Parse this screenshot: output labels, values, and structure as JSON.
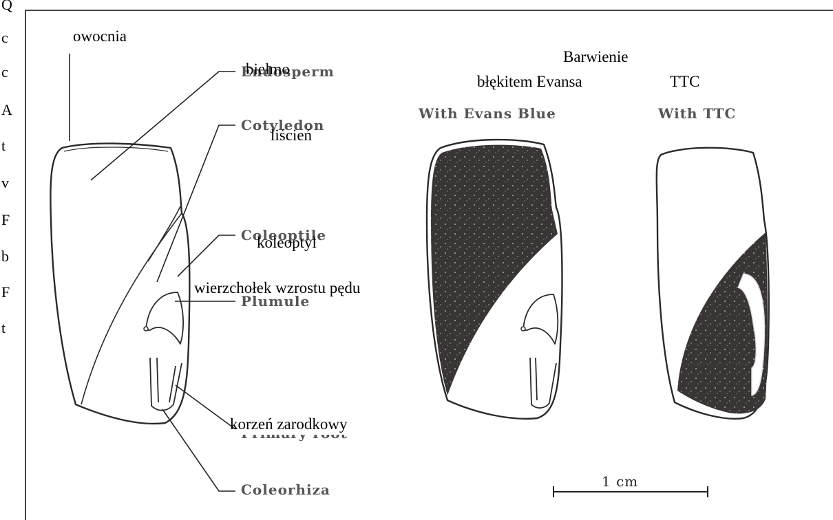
{
  "colors": {
    "line": "#2a2a2a",
    "stain": "#3a3535",
    "english_text": "#555555",
    "polish_text": "#000000"
  },
  "left_fragments": [
    "Q",
    "c",
    "c",
    "A",
    "t",
    "v",
    "F",
    "b",
    "F",
    "t"
  ],
  "polish_labels": {
    "pericarp": "owocnia",
    "endosperm": "bielmo",
    "cotyledon": "liścień",
    "coleoptile": "koleoptyl",
    "plumule": "wierzchołek wzrostu pędu",
    "primary_root": "korzeń zarodkowy",
    "staining_title": "Barwienie",
    "evans_blue": "błękitem Evansa",
    "ttc": "TTC"
  },
  "english_labels": {
    "endosperm": "Endosperm",
    "cotyledon": "Cotyledon",
    "coleoptile": "Coleoptile",
    "plumule": "Plumule",
    "primary_root": "Primary root",
    "coleorhiza": "Coleorhiza",
    "with_evans_blue": "With Evans Blue",
    "with_ttc": "With TTC"
  },
  "scale_bar": {
    "label": "1 cm"
  }
}
